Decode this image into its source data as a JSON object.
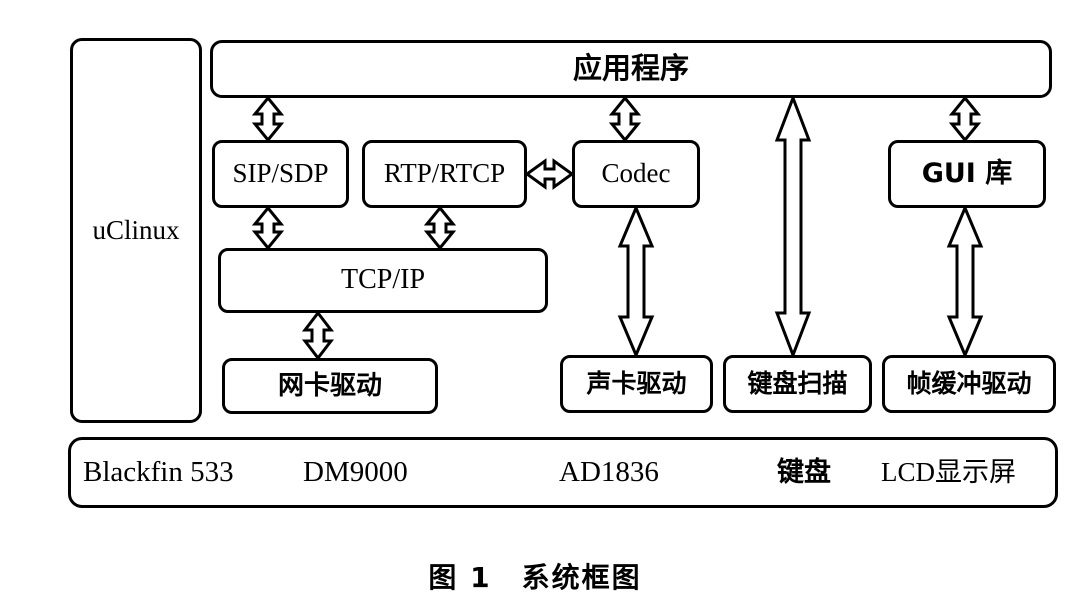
{
  "figure": {
    "caption": "图 1　系统框图",
    "caption_number": "图 1",
    "caption_title": "系统框图"
  },
  "nodes": {
    "os": {
      "label": "uClinux"
    },
    "application": {
      "label": "应用程序"
    },
    "sip_sdp": {
      "label": "SIP/SDP"
    },
    "rtp_rtcp": {
      "label": "RTP/RTCP"
    },
    "codec": {
      "label": "Codec"
    },
    "gui_library": {
      "label": "GUI 库"
    },
    "tcp_ip": {
      "label": "TCP/IP"
    },
    "network_driver": {
      "label": "网卡驱动"
    },
    "sound_driver": {
      "label": "声卡驱动"
    },
    "keyboard_scan": {
      "label": "键盘扫描"
    },
    "framebuffer_driver": {
      "label": "帧缓冲驱动"
    }
  },
  "hardware_bar": {
    "items": [
      {
        "label": "Blackfin 533"
      },
      {
        "label": "DM9000"
      },
      {
        "label": "AD1836"
      },
      {
        "label": "键盘"
      },
      {
        "label": "LCD显示屏"
      }
    ]
  },
  "connections": [
    {
      "from": "application",
      "to": "sip_sdp",
      "style": "double-headed"
    },
    {
      "from": "application",
      "to": "codec",
      "style": "double-headed"
    },
    {
      "from": "application",
      "to": "keyboard_scan",
      "style": "double-headed"
    },
    {
      "from": "application",
      "to": "gui_library",
      "style": "double-headed"
    },
    {
      "from": "sip_sdp",
      "to": "tcp_ip",
      "style": "double-headed"
    },
    {
      "from": "rtp_rtcp",
      "to": "tcp_ip",
      "style": "double-headed"
    },
    {
      "from": "rtp_rtcp",
      "to": "codec",
      "style": "double-headed"
    },
    {
      "from": "tcp_ip",
      "to": "network_driver",
      "style": "double-headed"
    },
    {
      "from": "codec",
      "to": "sound_driver",
      "style": "double-headed"
    },
    {
      "from": "gui_library",
      "to": "framebuffer_driver",
      "style": "double-headed"
    }
  ],
  "colors": {
    "stroke": "#000000",
    "fill": "#ffffff",
    "background": "#ffffff"
  }
}
